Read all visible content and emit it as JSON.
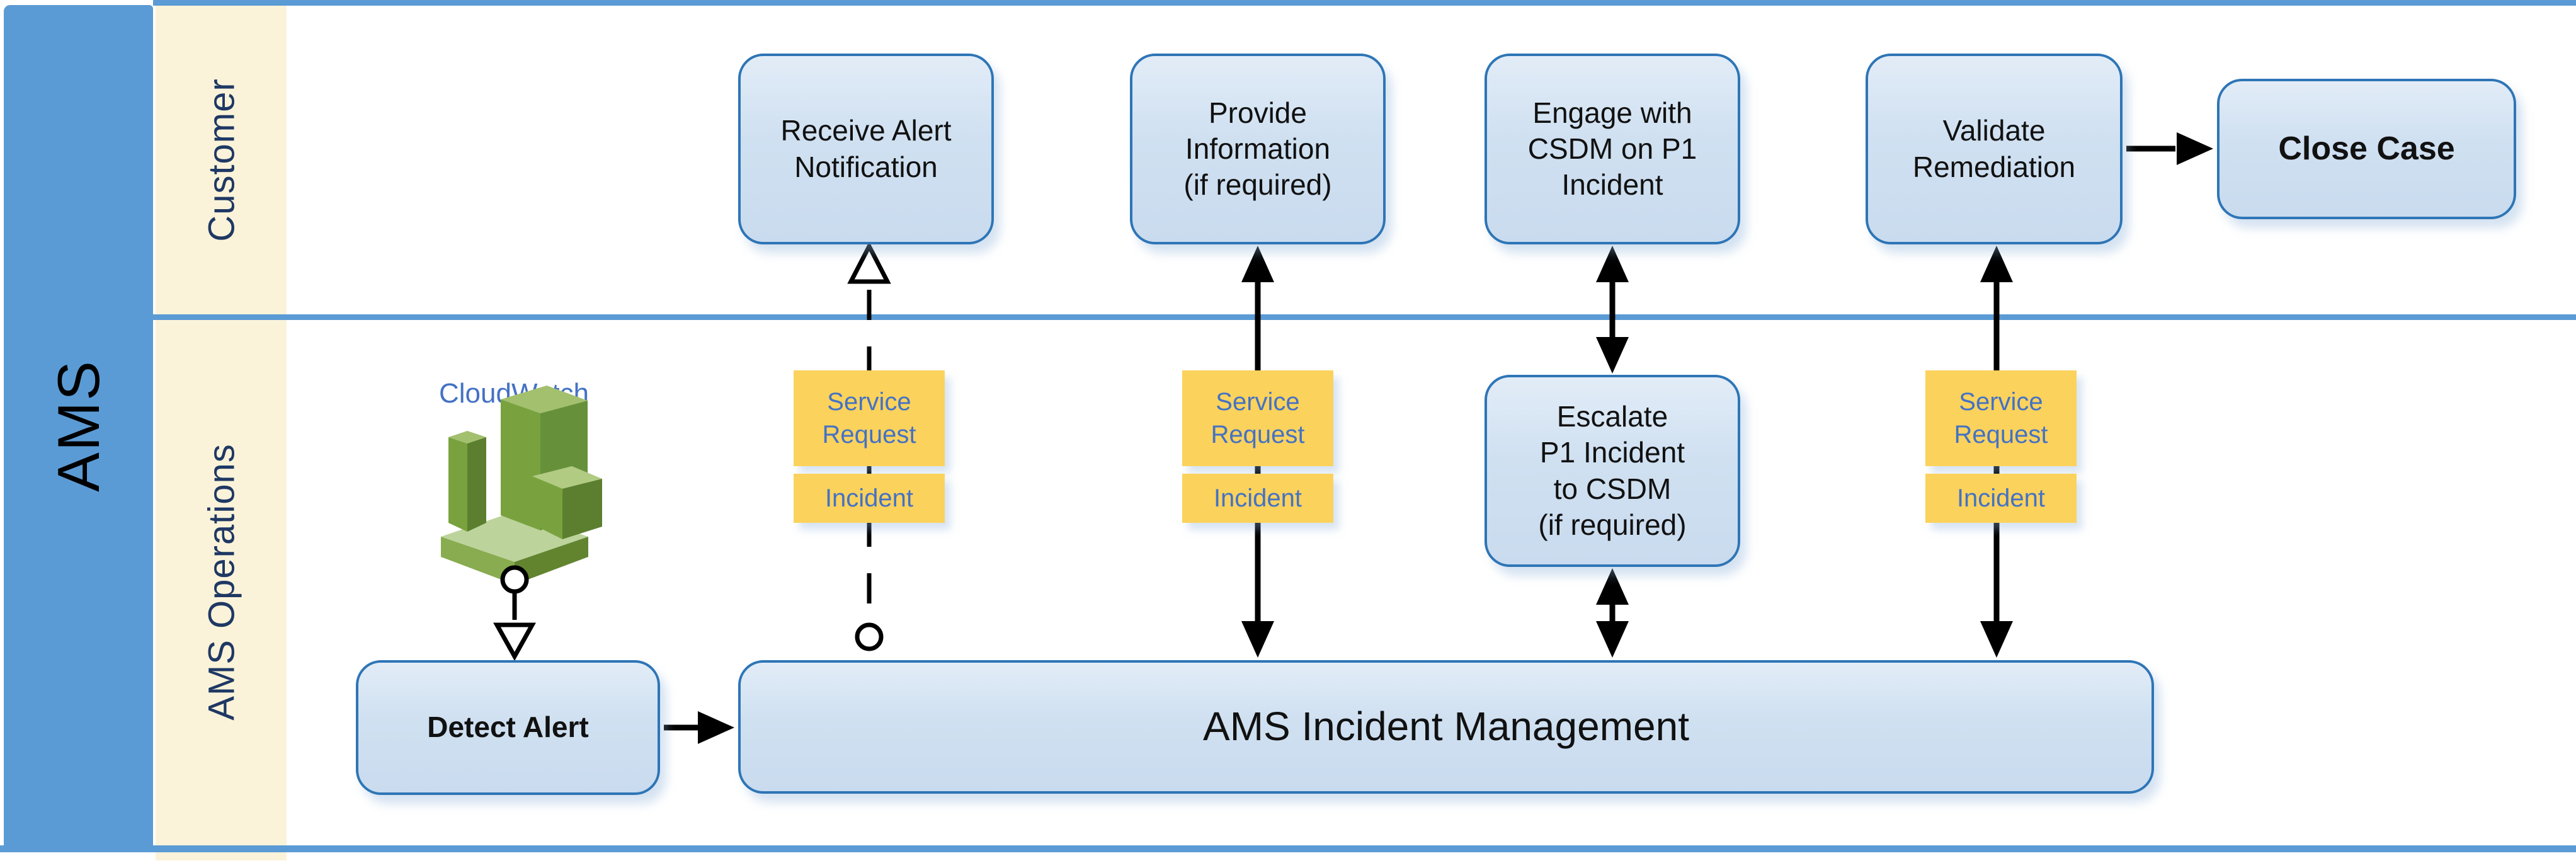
{
  "frame": {
    "group_label": "AMS",
    "lanes": [
      {
        "label": "Customer"
      },
      {
        "label": "AMS Operations"
      }
    ]
  },
  "nodes": {
    "cloudwatch": {
      "label": "CloudWatch"
    },
    "detect_alert": {
      "label": "Detect Alert"
    },
    "ams_incident_management": {
      "label": "AMS Incident Management"
    },
    "receive_alert": {
      "label": "Receive Alert\nNotification"
    },
    "provide_information": {
      "label": "Provide\nInformation\n(if required)"
    },
    "engage_csdm": {
      "label": "Engage with\nCSDM on P1\nIncident"
    },
    "escalate_p1": {
      "label": "Escalate\nP1 Incident\nto CSDM\n(if required)"
    },
    "validate_remediation": {
      "label": "Validate\nRemediation"
    },
    "close_case": {
      "label": "Close Case"
    }
  },
  "tags": {
    "service_request": "Service\nRequest",
    "incident": "Incident"
  },
  "colors": {
    "accent-blue": "#5B9BD5",
    "node-border": "#2E75B6",
    "node-fill": "#CFE0F1",
    "cream": "#FBF3D9",
    "navy": "#1F3864",
    "tag-yellow": "#FBD25C",
    "tag-text": "#4472C4",
    "line-black": "#000000",
    "cw-green-dark": "#5C7F2F",
    "cw-green-mid": "#79A23F",
    "cw-green-light": "#A9C477"
  }
}
